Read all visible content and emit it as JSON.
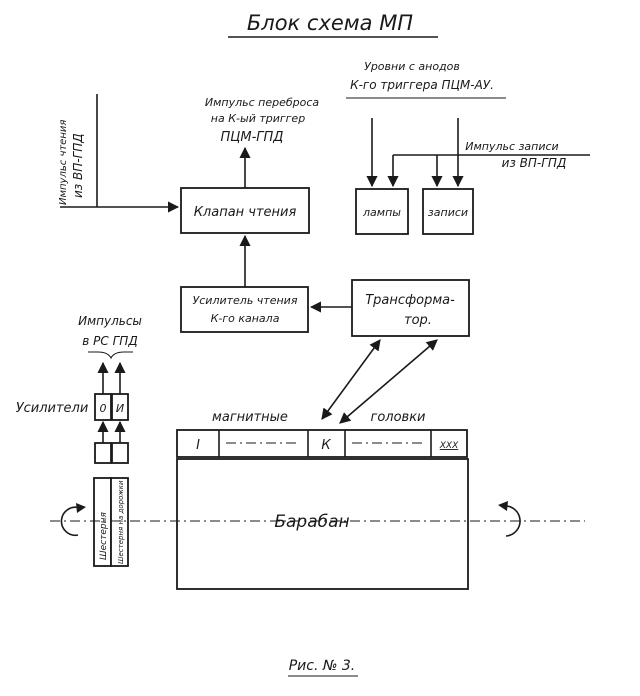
{
  "title": "Блок схема МП",
  "caption": "Рис. № 3.",
  "labels": {
    "read_input_1": "Импульс чтения",
    "read_input_2": "из ВП-ГПД",
    "transfer_1": "Импульс переброса",
    "transfer_2": "на К-ый триггер",
    "transfer_3": "ПЦМ-ГПД",
    "levels_1": "Уровни с анодов",
    "levels_2": "К-го триггера ПЦМ-АУ.",
    "write_1": "Импульс записи",
    "write_2": "из ВП-ГПД",
    "pulses_1": "Импульсы",
    "pulses_2": "в РС ГПД",
    "amplifiers": "Усилители",
    "heads_left": "магнитные",
    "heads_right": "головки"
  },
  "blocks": {
    "read_valve": "Клапан чтения",
    "lamps": "лампы",
    "write": "записи",
    "amplifier_1": "Усилитель чтения",
    "amplifier_2": "К-го канала",
    "transformer_1": "Трансформа-",
    "transformer_2": "тор.",
    "drum": "Барабан",
    "amp_0": "0",
    "amp_1": "И"
  },
  "tracks": [
    "I",
    "К",
    "XXX"
  ],
  "vertical_strips": [
    "Шестерня",
    "Шестерня на дорожки"
  ]
}
